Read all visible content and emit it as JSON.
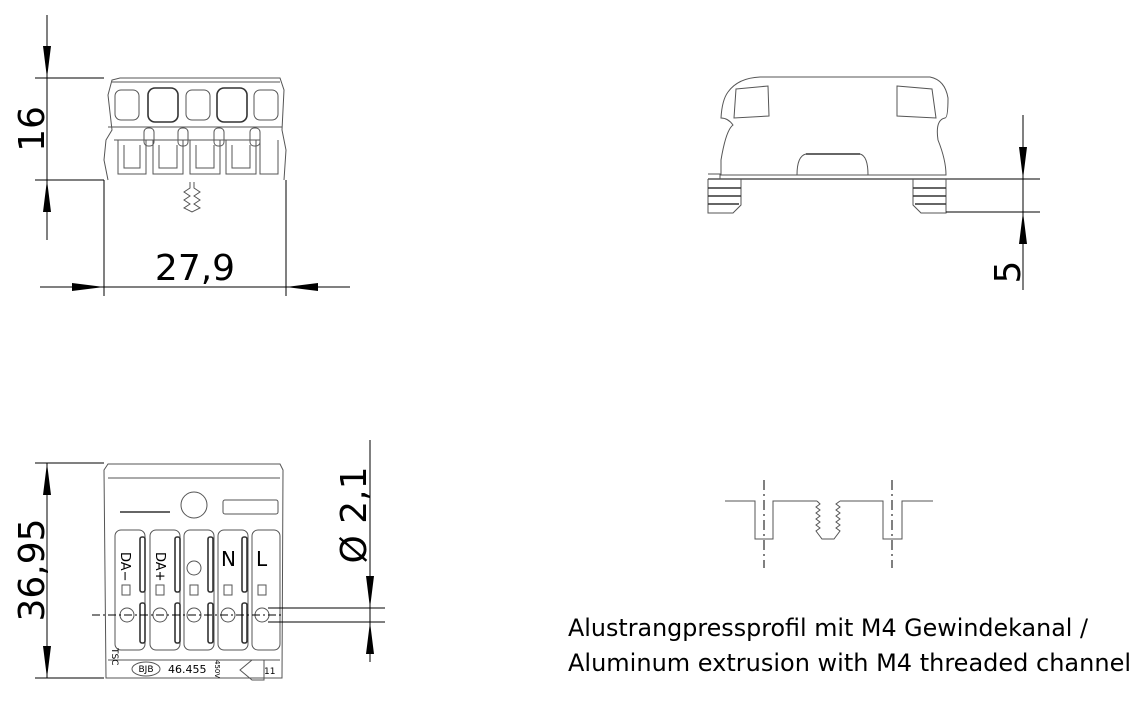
{
  "dimensions": {
    "height_top": "16",
    "width_top": "27,9",
    "foot_height": "5",
    "length_bottom": "36,95",
    "diameter": "Ø 2,1"
  },
  "connector_labels": {
    "terminals": [
      "DA−",
      "DA+",
      "N",
      "L"
    ],
    "brand": "BJB",
    "part_number": "46.455",
    "mark_left": "TSC",
    "voltage": "450V",
    "mark_right": "11"
  },
  "caption": {
    "line1": "Alustrangpressprofil mit M4 Gewindekanal /",
    "line2": "Aluminum extrusion with M4 threaded channel"
  }
}
